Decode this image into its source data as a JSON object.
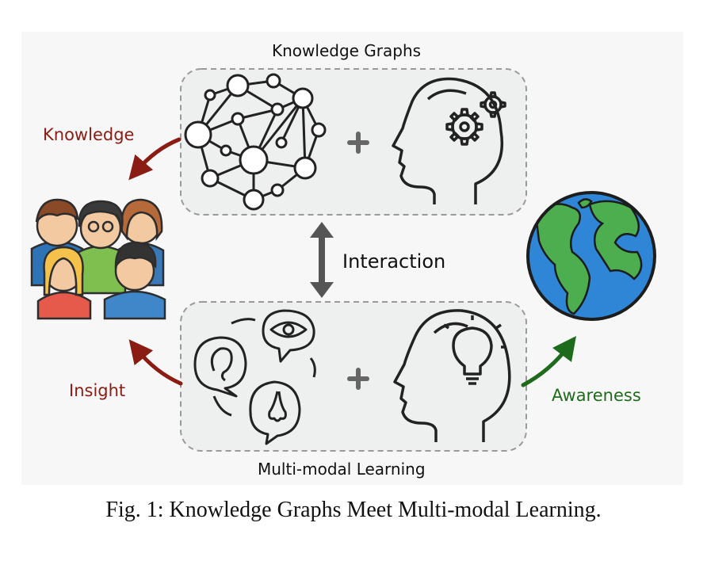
{
  "figure": {
    "titles": {
      "knowledge_graphs": "Knowledge Graphs",
      "multimodal_learning": "Multi-modal Learning",
      "interaction": "Interaction"
    },
    "arrow_labels": {
      "knowledge": "Knowledge",
      "insight": "Insight",
      "awareness": "Awareness"
    },
    "caption": "Fig. 1: Knowledge Graphs Meet Multi-modal Learning.",
    "colors": {
      "knowledge_arrow": "#8b1c14",
      "insight_arrow": "#8b1c14",
      "awareness_arrow": "#1f6b1c",
      "interaction_arrow": "#555555",
      "panel_background": "#f7f7f8",
      "box_background": "#eef0ef",
      "ocean": "#2f86d6",
      "land": "#4cae4f"
    },
    "icons": [
      "knowledge-graph-network-icon",
      "plus-icon",
      "head-gears-icon",
      "people-group-icon",
      "globe-icon",
      "senses-icon",
      "head-lightbulb-icon"
    ]
  }
}
